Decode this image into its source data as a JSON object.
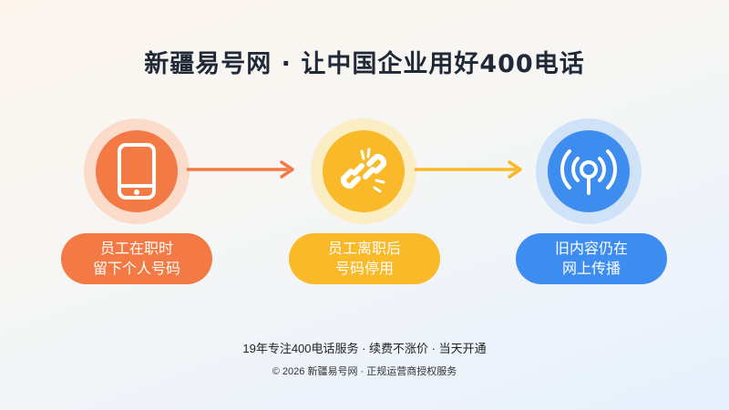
{
  "title": "新疆易号网 · 让中国企业用好400电话",
  "steps": [
    {
      "icon": "phone-icon",
      "line1": "员工在职时",
      "line2": "留下个人号码",
      "color": "#f47a45",
      "halo": "#fbdccb"
    },
    {
      "icon": "broken-link-icon",
      "line1": "员工离职后",
      "line2": "号码停用",
      "color": "#f9b928",
      "halo": "#fbedc4"
    },
    {
      "icon": "broadcast-icon",
      "line1": "旧内容仍在",
      "line2": "网上传播",
      "color": "#3d8df0",
      "halo": "#cfe2f8"
    }
  ],
  "arrows": [
    {
      "color": "#f47a45"
    },
    {
      "color": "#f9b928"
    }
  ],
  "footer": {
    "line1": "19年专注400电话服务 · 续费不涨价 · 当天开通",
    "line2": "© 2026 新疆易号网 · 正规运营商授权服务"
  }
}
